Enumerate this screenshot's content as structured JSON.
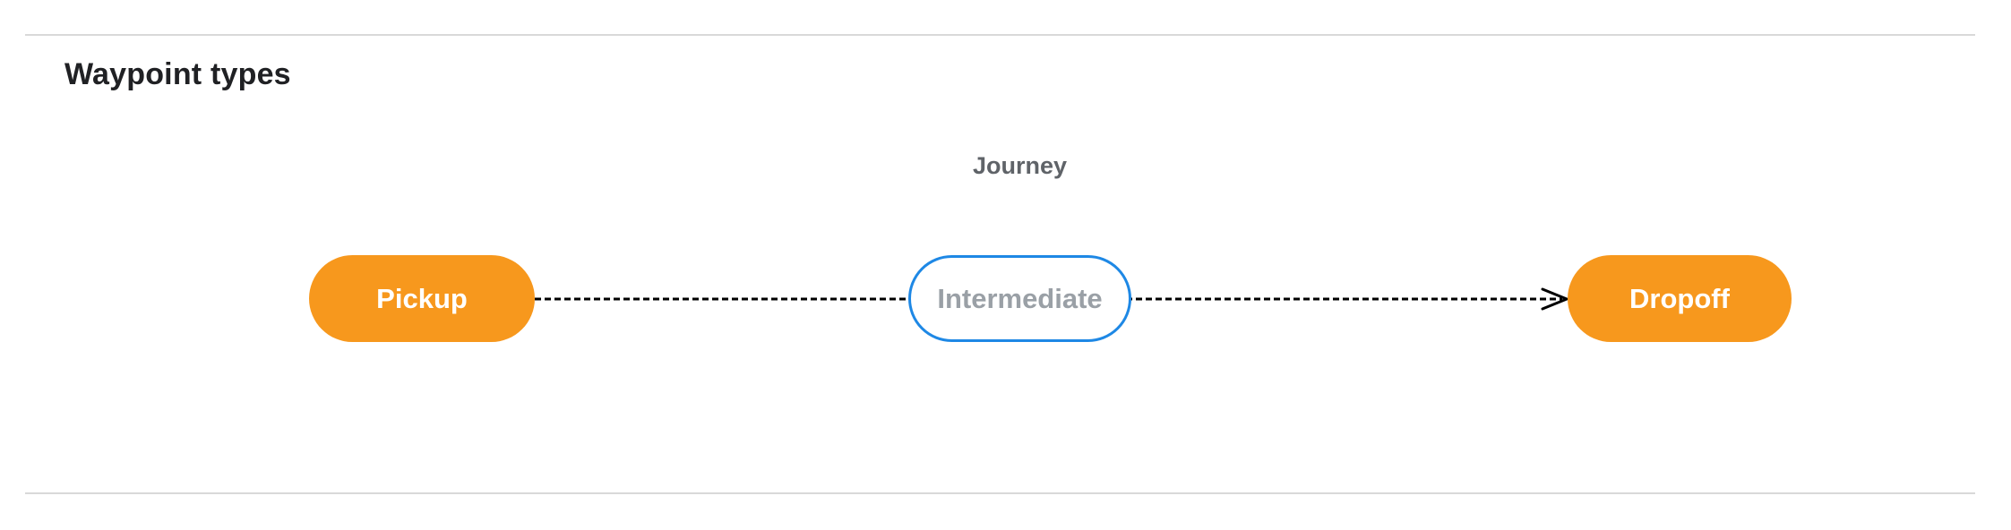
{
  "page": {
    "title": "Waypoint types"
  },
  "diagram": {
    "journey_label": "Journey",
    "nodes": [
      {
        "id": "pickup",
        "label": "Pickup",
        "type": "terminal"
      },
      {
        "id": "intermediate",
        "label": "Intermediate",
        "type": "intermediate"
      },
      {
        "id": "dropoff",
        "label": "Dropoff",
        "type": "terminal"
      }
    ],
    "connector": {
      "style": "dashed-arrow",
      "direction": "left-to-right",
      "color": "#000000"
    },
    "colors": {
      "terminal_fill": "#f7981d",
      "terminal_text": "#ffffff",
      "intermediate_border": "#1e88e5",
      "intermediate_text": "#9aa0a6",
      "journey_label_text": "#5f6368",
      "heading_text": "#202124",
      "divider": "#d9d9d9"
    }
  }
}
